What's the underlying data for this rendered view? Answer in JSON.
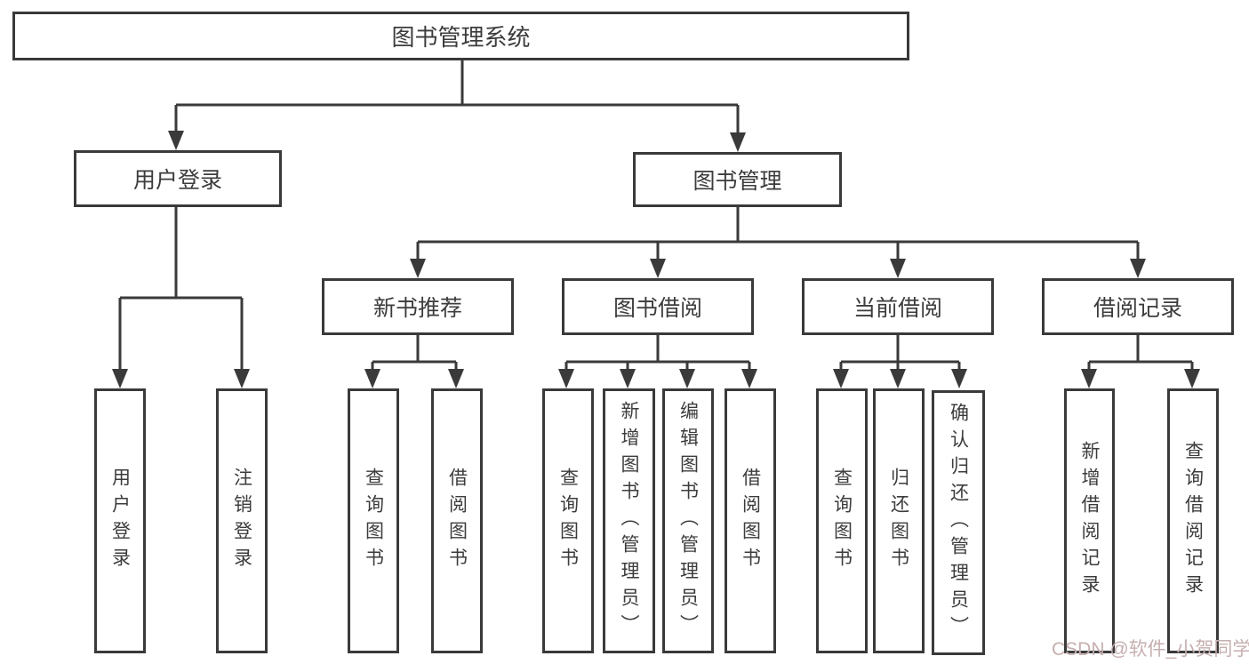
{
  "tree": {
    "root": "图书管理系统",
    "branches": [
      {
        "label": "用户登录",
        "children": [
          "用户登录",
          "注销登录"
        ]
      },
      {
        "label": "图书管理",
        "groups": [
          {
            "label": "新书推荐",
            "children": [
              "查询图书",
              "借阅图书"
            ]
          },
          {
            "label": "图书借阅",
            "children": [
              "查询图书",
              "新增图书（管理员）",
              "编辑图书（管理员）",
              "借阅图书"
            ]
          },
          {
            "label": "当前借阅",
            "children": [
              "查询图书",
              "归还图书",
              "确认归还（管理员）"
            ]
          },
          {
            "label": "借阅记录",
            "children": [
              "新增借阅记录",
              "查询借阅记录"
            ]
          }
        ]
      }
    ]
  },
  "colors": {
    "line": "#3a3a3a",
    "text": "#3c3c3c",
    "watermark": "#c6afaf"
  },
  "watermark": {
    "text": "CSDN @软件_小贺同学"
  }
}
